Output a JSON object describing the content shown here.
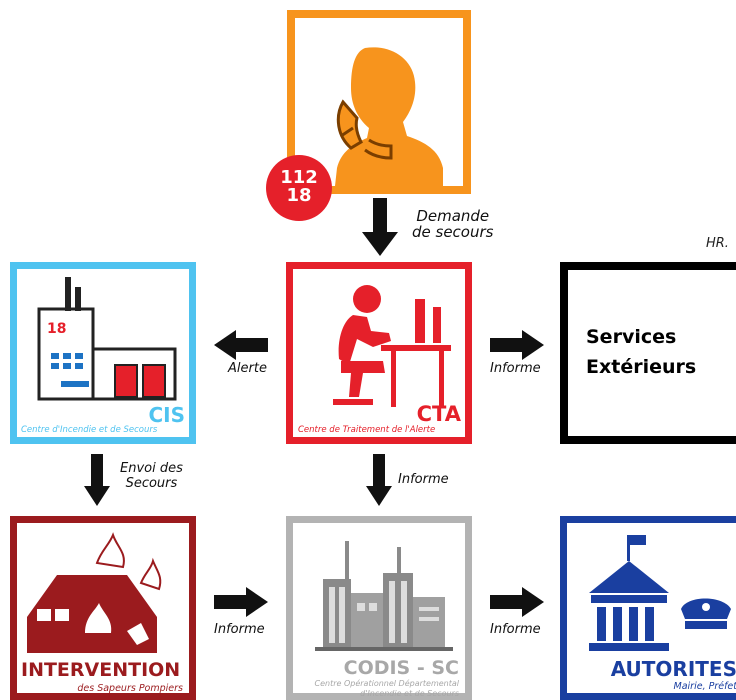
{
  "colors": {
    "caller": "#f7941d",
    "cta": "#e5202a",
    "cis": "#4fc3f0",
    "intervention": "#9b1b1e",
    "codis": "#b3b3b3",
    "autorites": "#1a3fa0",
    "services": "#000000"
  },
  "caller": {
    "icon": "caller-phone-icon",
    "badge_line1": "112",
    "badge_line2": "18"
  },
  "cta": {
    "title": "CTA",
    "subtitle": "Centre de Traitement de l'Alerte",
    "icon": "operator-at-desk-icon"
  },
  "cis": {
    "title": "CIS",
    "subtitle": "Centre d'Incendie et de Secours",
    "icon": "fire-station-icon",
    "door_number": "18"
  },
  "services": {
    "line1": "Services",
    "line2": "Extérieurs"
  },
  "intervention": {
    "title": "INTERVENTION",
    "subtitle": "des Sapeurs Pompiers",
    "icon": "burning-building-icon"
  },
  "codis": {
    "title": "CODIS - SC",
    "subtitle_line1": "Centre Opérationnel Départemental",
    "subtitle_line2": "d'Incendie et de Secours",
    "icon": "city-buildings-icon"
  },
  "autorites": {
    "title": "AUTORITES",
    "subtitle": "Mairie, Préfet",
    "icon": "town-hall-police-icon"
  },
  "labels": {
    "demande_line1": "Demande",
    "demande_line2": "de secours",
    "alerte": "Alerte",
    "informe_services": "Informe",
    "envoi_line1": "Envoi des",
    "envoi_line2": "Secours",
    "informe_codis": "Informe",
    "informe_interv": "Informe",
    "informe_autorites": "Informe"
  },
  "signature": "HR."
}
